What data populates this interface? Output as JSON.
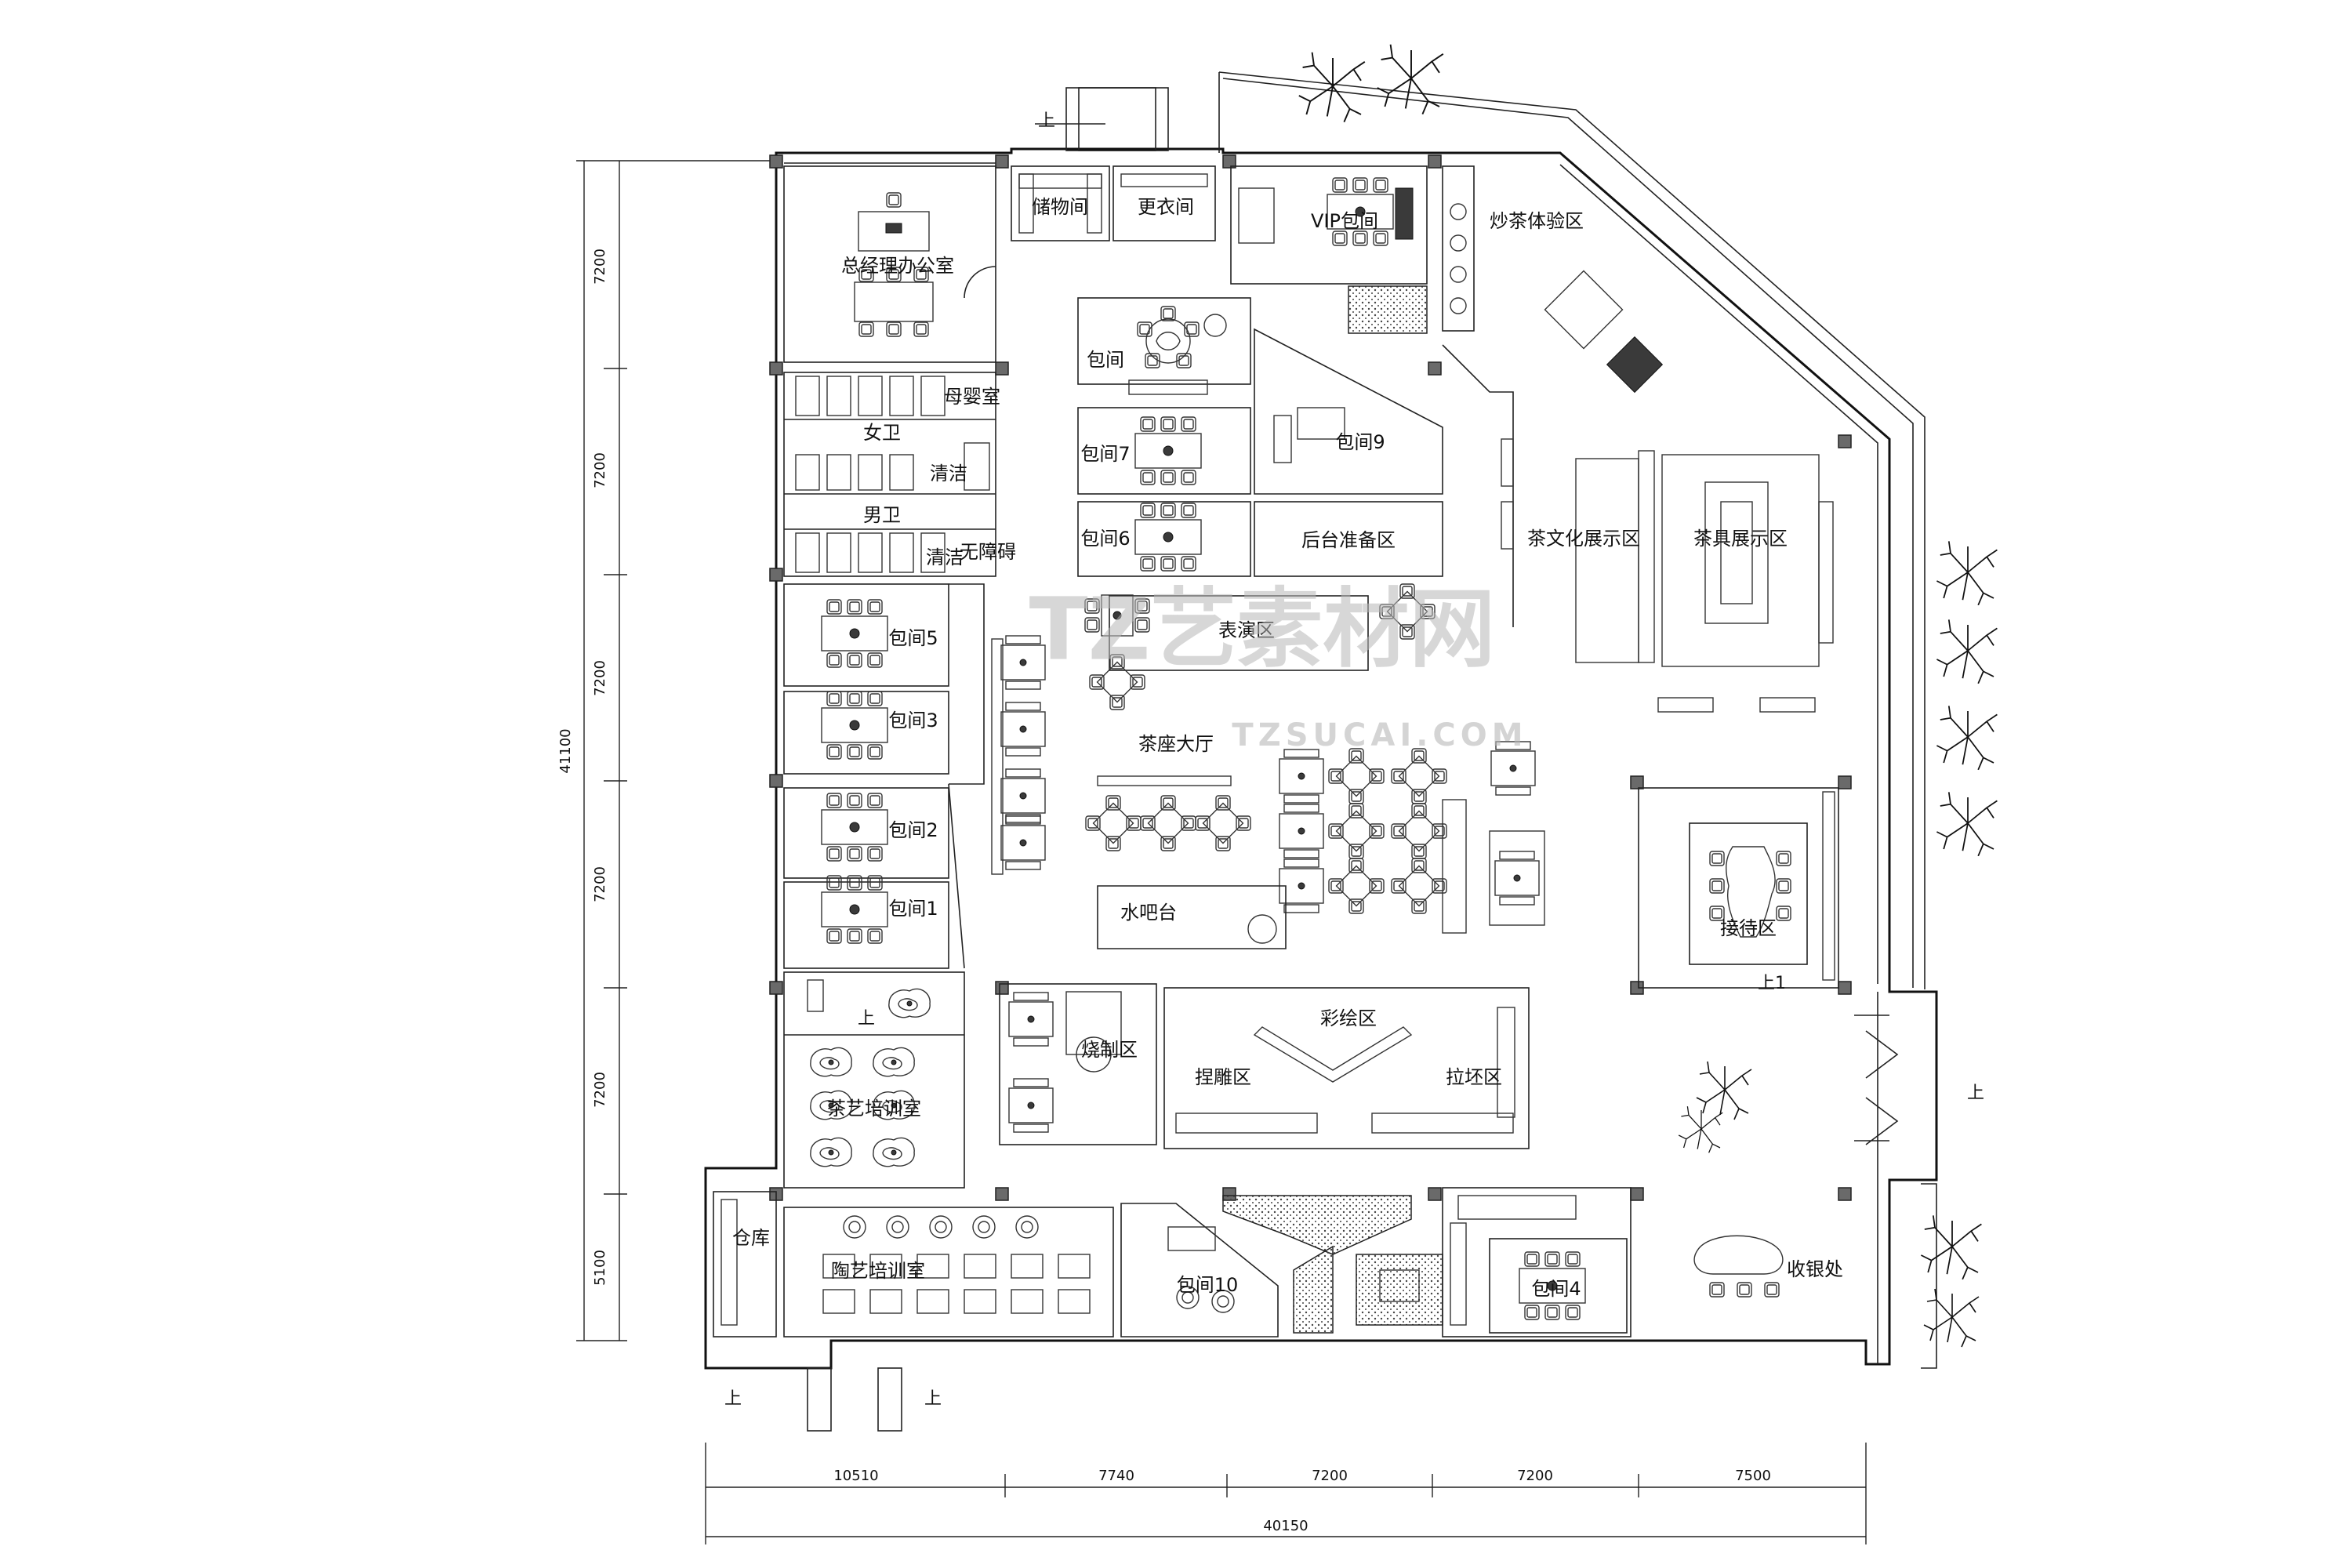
{
  "watermark": {
    "main": "TZ艺素材网",
    "sub": "TZSUCAI.COM"
  },
  "rooms": {
    "gm_office": "总经理办公室",
    "storage": "储物间",
    "locker": "更衣间",
    "vip": "VIP包间",
    "tea_roasting": "炒茶体验区",
    "mother_baby": "母婴室",
    "womens_wc": "女卫",
    "cleaning1": "清洁",
    "mens_wc": "男卫",
    "cleaning2": "清洁",
    "accessible": "无障碍",
    "private_room": "包间",
    "private_room_7": "包间7",
    "private_room_6": "包间6",
    "private_room_9": "包间9",
    "backstage_prep": "后台准备区",
    "tea_culture": "茶文化展示区",
    "tea_ware": "茶具展示区",
    "private_room_5": "包间5",
    "private_room_3": "包间3",
    "private_room_2": "包间2",
    "private_room_1": "包间1",
    "performance": "表演区",
    "tea_hall": "茶座大厅",
    "water_bar": "水吧台",
    "reception": "接待区",
    "tea_art_room": "茶艺培训室",
    "kiln": "烧制区",
    "painting": "彩绘区",
    "shaping": "捏雕区",
    "throwing": "拉坯区",
    "warehouse": "仓库",
    "pottery_training": "陶艺培训室",
    "private_room_10": "包间10",
    "private_room_4": "包间4",
    "cashier": "收银处"
  },
  "arrows": {
    "up": "上",
    "up1": "上1"
  },
  "dimensions": {
    "vertical": [
      "7200",
      "7200",
      "7200",
      "7200",
      "7200",
      "5100"
    ],
    "vertical_total": "41100",
    "horizontal": [
      "10510",
      "7740",
      "7200",
      "7200",
      "7500"
    ],
    "horizontal_total": "40150"
  }
}
